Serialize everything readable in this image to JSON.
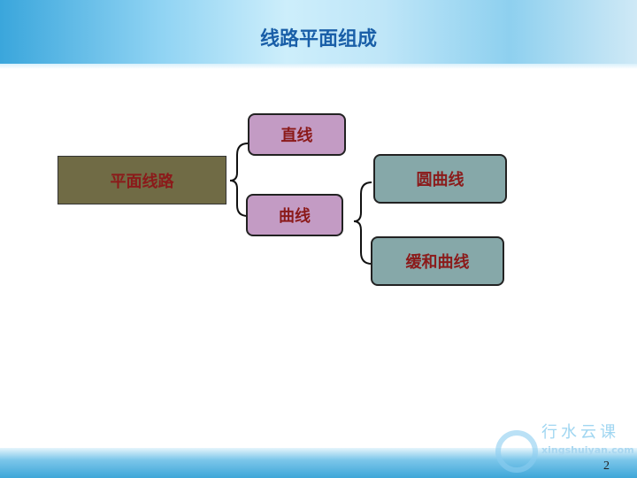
{
  "title": "线路平面组成",
  "diagram": {
    "root": "平面线路",
    "straight": "直线",
    "curve": "曲线",
    "circular": "圆曲线",
    "transition": "缓和曲线"
  },
  "footer": {
    "logo_text": "行水云课",
    "logo_sub": "xingshuiyan.com",
    "page_number": "2"
  },
  "colors": {
    "root": "#706b45",
    "level1": "#c39bc4",
    "level2": "#86a8a9",
    "text": "#8b1a1a",
    "title": "#1a5fa8"
  }
}
